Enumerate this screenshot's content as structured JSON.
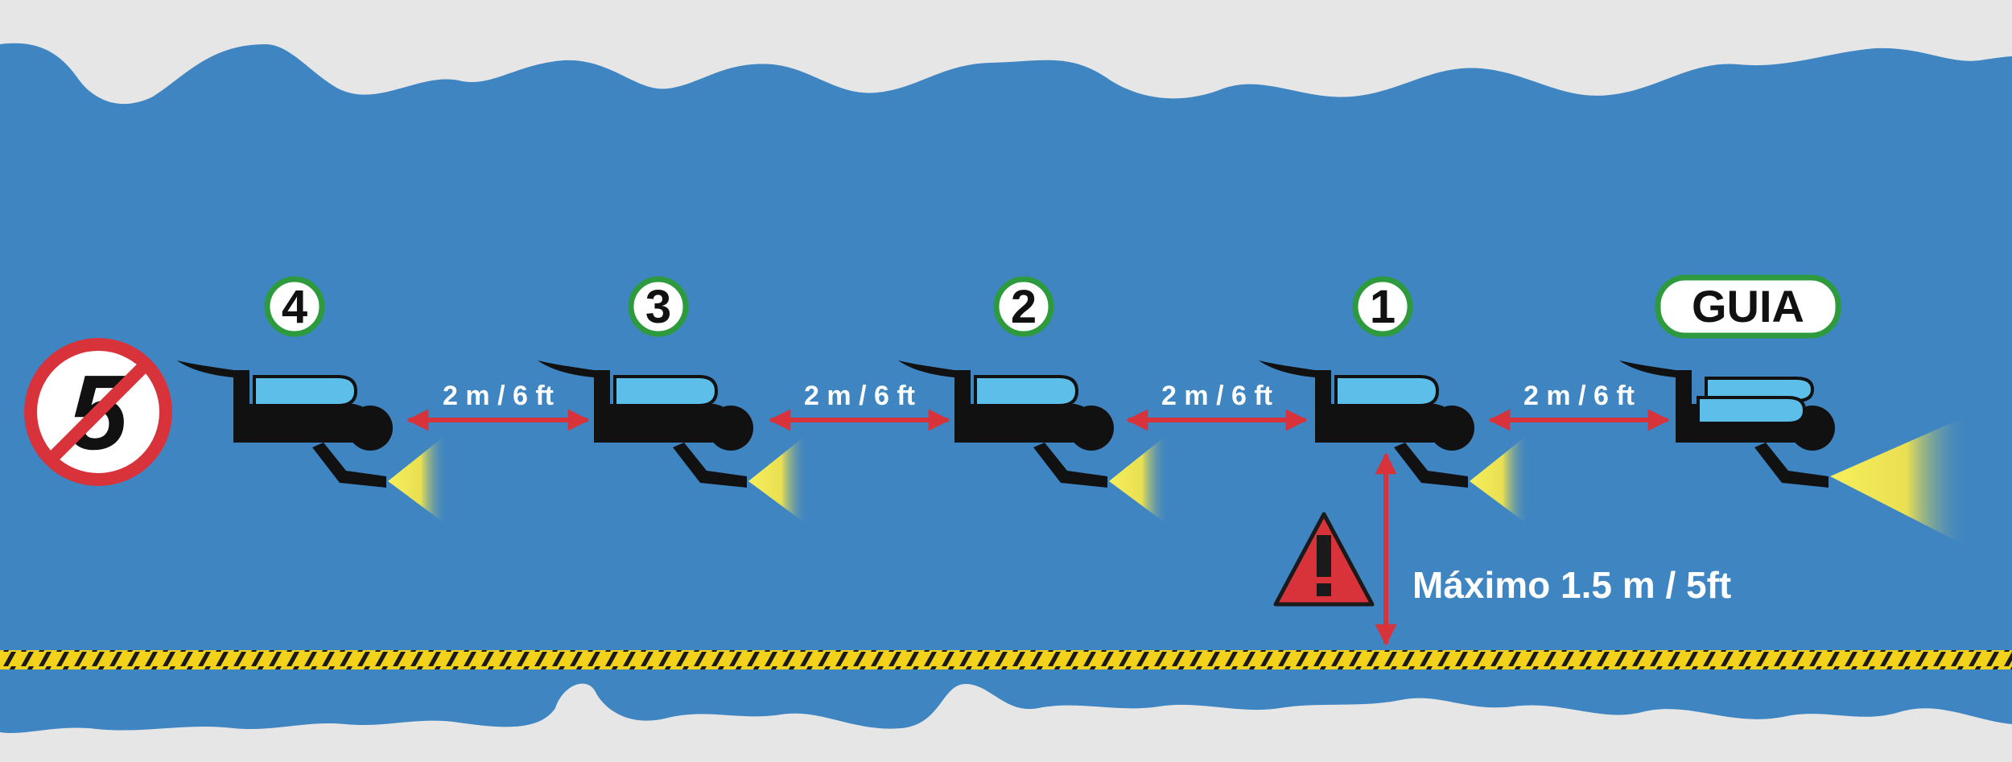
{
  "colors": {
    "background": "#e6e6e6",
    "water": "#3f85c2",
    "diver": "#111111",
    "tank": "#5dbfe9",
    "light_beam": "#f5ea52",
    "arrow": "#d8333a",
    "badge_border": "#2e9a3e",
    "guideline_yellow": "#f2d21a",
    "warning": "#d8333a",
    "prohibition": "#d8333a"
  },
  "prohibited": {
    "number": "5",
    "icon": "no-entry-icon"
  },
  "divers": [
    {
      "label": "4",
      "role": "diver"
    },
    {
      "label": "3",
      "role": "diver"
    },
    {
      "label": "2",
      "role": "diver"
    },
    {
      "label": "1",
      "role": "diver"
    },
    {
      "label": "GUIA",
      "role": "guide"
    }
  ],
  "spacings": [
    {
      "label": "2 m / 6 ft"
    },
    {
      "label": "2 m / 6 ft"
    },
    {
      "label": "2 m / 6 ft"
    },
    {
      "label": "2 m / 6 ft"
    }
  ],
  "max_distance": {
    "label": "Máximo 1.5 m / 5ft",
    "icon": "warning-icon"
  },
  "guideline": {
    "icon": "guideline-rope"
  }
}
